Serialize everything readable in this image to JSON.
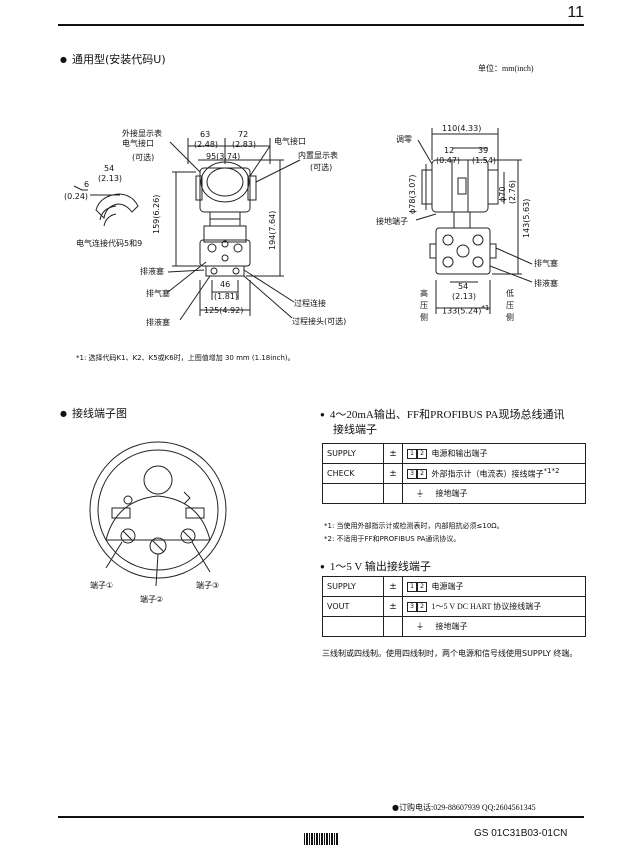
{
  "header": {
    "page_number": "11"
  },
  "section1": {
    "title": "通用型(安装代码U)",
    "unit_label": "单位：mm(inch)",
    "left_drawing": {
      "callout_ext_display": "外接显示表",
      "callout_ext_display_conn": "电气接口",
      "callout_optional_1": "(可选)",
      "dim_63": "63",
      "dim_63_in": "(2.48)",
      "dim_72": "72",
      "dim_72_in": "(2.83)",
      "dim_95": "95(3.74)",
      "callout_elec_conn": "电气接口",
      "callout_builtin_display": "内置显示表",
      "callout_optional_2": "(可选)",
      "dim_54": "54",
      "dim_54_in": "(2.13)",
      "dim_6": "6",
      "dim_6_in": "(0.24)",
      "elec_conn_code": "电气连接代码5和9",
      "dim_159": "159(6.26)",
      "dim_194": "194(7.64)",
      "drain_plug_1": "排液塞",
      "vent_plug": "排气塞",
      "drain_plug_2": "排液塞",
      "dim_46": "46",
      "dim_46_in": "(1.81)",
      "dim_125": "125(4.92)",
      "process_conn": "过程连接",
      "process_conn_head": "过程接头(可选)"
    },
    "right_drawing": {
      "zero_adjust": "调零",
      "dim_110": "110(4.33)",
      "dim_12": "12",
      "dim_12_in": "(0.47)",
      "dim_39": "39",
      "dim_39_in": "(1.54)",
      "dim_phi78": "ϕ78(3.07)",
      "dim_phi70": "ϕ70",
      "dim_phi70_in": "(2.76)",
      "dim_143": "143(5.63)",
      "ground_terminal": "接地端子",
      "vent_plug": "排气塞",
      "drain_plug": "排液塞",
      "high_pressure_side": [
        "高",
        "压",
        "侧"
      ],
      "low_pressure_side": [
        "低",
        "压",
        "侧"
      ],
      "dim_54": "54",
      "dim_54_in": "(2.13)",
      "dim_133": "133(5.24)",
      "dim_133_note": "*1"
    },
    "footnote": "*1:  选择代码K1、K2、K5或K6时，上图值增加 30 mm (1.18inch)。"
  },
  "section2": {
    "title": "接线端子图",
    "term1": "端子①",
    "term2": "端子②",
    "term3": "端子③"
  },
  "section3": {
    "title_line1": "4～20mA输出、FF和PROFIBUS PA现场总线通讯",
    "title_line2": "接线端子",
    "rows": [
      {
        "name": "SUPPLY",
        "sign": "+\n−",
        "t1": "1",
        "t2": "2",
        "desc": "电源和输出端子"
      },
      {
        "name": "CHECK",
        "sign": "+\n−",
        "t1": "3",
        "t2": "2",
        "desc": "外部指示计（电流表）接线端子",
        "note": "*1*2"
      },
      {
        "name": "",
        "sign": "",
        "desc": "接地端子"
      }
    ],
    "note1": "*1:  当使用外部指示计或检测表时，内部阻抗必须≤10Ω。",
    "note2": "*2:  不适用于FF和PROFIBUS PA通讯协议。"
  },
  "section4": {
    "title": "1～5 V 输出接线端子",
    "rows": [
      {
        "name": "SUPPLY",
        "t1": "1",
        "t2": "2",
        "desc": "电源端子"
      },
      {
        "name": "VOUT",
        "t1": "3",
        "t2": "2",
        "desc": "1～5 V DC HART 协议接线端子"
      },
      {
        "name": "",
        "desc": "接地端子"
      }
    ],
    "paragraph": "三线制或四线制。使用四线制时，两个电源和信号线使用SUPPLY 终端。"
  },
  "footer": {
    "order_phone": "订购电话:029-88607939  QQ:2604561345",
    "doc_id": "GS 01C31B03-01CN"
  }
}
